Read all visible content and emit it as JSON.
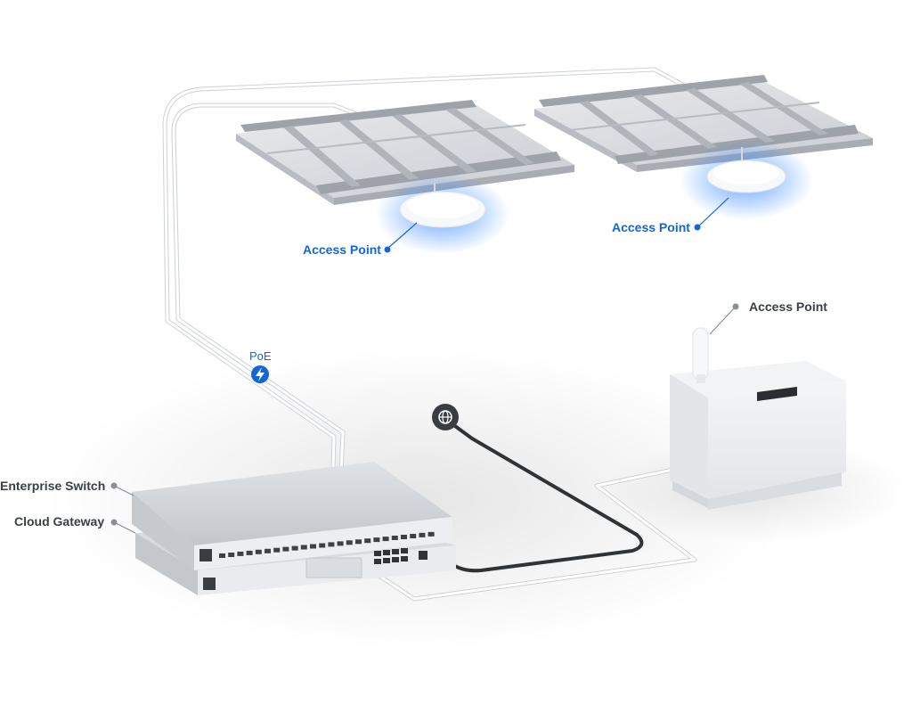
{
  "labels": {
    "access_point_1": "Access Point",
    "access_point_2": "Access Point",
    "access_point_3": "Access Point",
    "poe": "PoE",
    "enterprise_switch": "Enterprise Switch",
    "cloud_gateway": "Cloud Gateway"
  },
  "colors": {
    "accent_blue": "#1366d6",
    "label_gray": "#3a3f45",
    "glow_blue": "#3c8cff"
  },
  "icons": {
    "poe_icon": "lightning-bolt-icon",
    "internet_icon": "globe-icon"
  }
}
